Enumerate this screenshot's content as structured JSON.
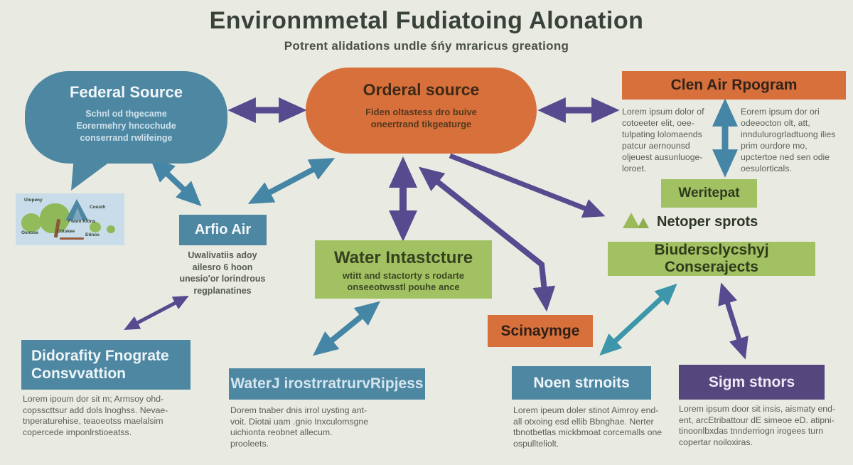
{
  "title": "Environmmetal Fudiatoing Alonation",
  "subtitle": "Potrent alidations undle śńy mraricus greationg",
  "colors": {
    "background": "#e9ebe2",
    "blue_node": "#4d87a2",
    "orange_node": "#d8703b",
    "green_node": "#a2c162",
    "purple_node": "#55467e",
    "arrow_purple": "#584a8e",
    "arrow_teal": "#4585a5",
    "title_text": "#39413b",
    "body_text": "#5a5e57"
  },
  "nodes": {
    "federal_source": {
      "label": "Federal Source",
      "lines": [
        "Schnl od thgecame",
        "Eorermehry hncochude",
        "conserrand rwlifeinge"
      ]
    },
    "orderal_source": {
      "label": "Orderal source",
      "lines": [
        "Fiden oltastess dro buive",
        "oneertrand tikgeaturge"
      ]
    },
    "clen_air": {
      "label": "Clen Air Rpogram",
      "col_left": [
        "Lorem ipsum dolor of",
        "cotoeeter elit, oee-",
        "tulpating lolomaends",
        "patcur aernounsd",
        "oljeuest ausunluoge-",
        "loroet."
      ],
      "col_right": [
        "Eorem ipsum dor ori",
        "odeeocton olt, att,",
        "inndulurogrladtuong ilies",
        "prim ourdore mo,",
        "upctertoe ned sen odie",
        "oesulorticals."
      ]
    },
    "weritepat": {
      "label": "Weritepat"
    },
    "netoper": {
      "label": "Netoper sprots"
    },
    "biuderscl": {
      "label": "Biudersclycshyj Conserajects"
    },
    "arfio_air": {
      "label": "Arfio Air",
      "lines": [
        "Uwalivatiis adoy",
        "ailesro 6 hoon",
        "unesio'or lorindrous",
        "regplanatines"
      ]
    },
    "water_intastcture": {
      "label": "Water Intastcture",
      "lines": [
        "wtitt and stactorty s rodarte",
        "onseeotwsstl pouhe ance"
      ]
    },
    "scinaymge": {
      "label": "Scinaymge"
    },
    "didorafity": {
      "label_lines": [
        "Didorafity Fnograte",
        "Consvvattion"
      ],
      "body": [
        "Lorem ipoum dor sit m; Armsoy ohd-",
        "copsscttsur add dols lnoghss. Nevae-",
        "tnperaturehise, teaoeotss maelalsim",
        "copercede imponlrstioeatss."
      ]
    },
    "waterj": {
      "label": "WaterJ irostrratrurvRipjess",
      "body": [
        "Dorem tnaber dnis irrol uysting ant-",
        "voit. Diotai uam .gnio Inxculomsgne",
        "uichionta reobnet allecum.",
        "prooleets."
      ]
    },
    "noen": {
      "label": "Noen strnoits",
      "body": [
        "Lorem ipeum doler stinot Aimroy end-",
        "all otxoing esd ellib Bbnghae. Nerter",
        "tbnotbetlas mickbmoat corcemalls one",
        "ospullteliolt."
      ]
    },
    "sigm": {
      "label": "Sigm stnors",
      "body": [
        "Lorem ipsum door sit insis, aismaty end-",
        "ent, arcEtribattour dE simeoe eD. atipni-",
        "tinoonlbxdas tnnderriogn irogees turn",
        "copertar noiloxiras."
      ]
    }
  },
  "illustration": {
    "labels": [
      "Ulopeny",
      "Cousth",
      "Fwsm Kiöns",
      "Osnose",
      "Ctitskee",
      "Etinos"
    ]
  }
}
